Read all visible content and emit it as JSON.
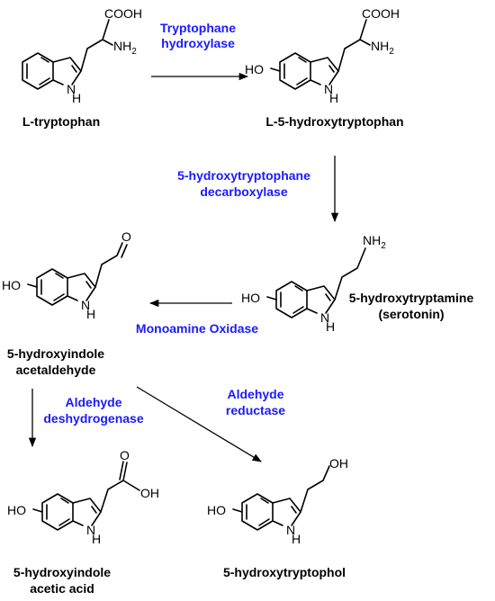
{
  "colors": {
    "enzyme": "#1a1aff",
    "ink": "#000000"
  },
  "atoms": {
    "oh": "OH",
    "ho": "HO",
    "o": "O",
    "nh": "H",
    "n": "N",
    "nh2_base": "NH",
    "nh2_sub": "2",
    "cooh": "COOH"
  },
  "compounds": {
    "trp": {
      "name": "L-tryptophan"
    },
    "htp": {
      "name": "L-5-hydroxytryptophan"
    },
    "serotonin": {
      "name_line1": "5-hydroxytryptamine",
      "name_line2": "(serotonin)"
    },
    "hiald": {
      "name_line1": "5-hydroxyindole",
      "name_line2": "acetaldehyde"
    },
    "hiaa": {
      "name_line1": "5-hydroxyindole",
      "name_line2": "acetic acid"
    },
    "htol": {
      "name": "5-hydroxytryptophol"
    }
  },
  "enzymes": {
    "tph": {
      "line1": "Tryptophane",
      "line2": "hydroxylase"
    },
    "aadc": {
      "line1": "5-hydroxytryptophane",
      "line2": "decarboxylase"
    },
    "mao": {
      "line1": "Monoamine Oxidase"
    },
    "aldh": {
      "line1": "Aldehyde",
      "line2": "deshydrogenase"
    },
    "ar": {
      "line1": "Aldehyde",
      "line2": "reductase"
    }
  }
}
